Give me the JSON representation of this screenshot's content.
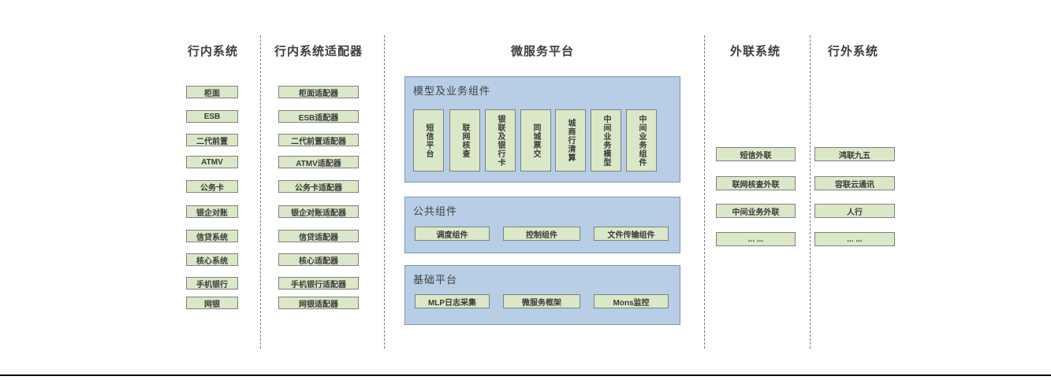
{
  "colors": {
    "green_fill": "#dbe8c8",
    "green_border": "#7f7f7f",
    "blue_fill": "#b7cee6",
    "blue_border": "#7d94ad",
    "text": "#3a3a3a",
    "bottom_line": "#000000"
  },
  "columns": [
    {
      "title": "行内系统",
      "items": [
        "柜面",
        "ESB",
        "二代前置",
        "ATMV",
        "公务卡",
        "银企对账",
        "信贷系统",
        "核心系统",
        "手机银行",
        "网银"
      ]
    },
    {
      "title": "行内系统适配器",
      "items": [
        "柜面适配器",
        "ESB适配器",
        "二代前置适配器",
        "ATMV适配器",
        "公务卡适配器",
        "银企对账适配器",
        "信贷适配器",
        "核心适配器",
        "手机银行适配器",
        "网银适配器"
      ]
    },
    {
      "title": "微服务平台",
      "panels": [
        {
          "label": "模型及业务组件",
          "orientation": "vertical",
          "items": [
            "短信平台",
            "联网核查",
            "银联及银行卡",
            "同城票交",
            "城商行清算",
            "中间业务模型",
            "中间业务组件"
          ]
        },
        {
          "label": "公共组件",
          "orientation": "horizontal",
          "items": [
            "调度组件",
            "控制组件",
            "文件传输组件"
          ]
        },
        {
          "label": "基础平台",
          "orientation": "horizontal",
          "items": [
            "MLP日志采集",
            "微服务框架",
            "Mons监控"
          ]
        }
      ]
    },
    {
      "title": "外联系统",
      "items": [
        "短信外联",
        "联网核查外联",
        "中间业务外联",
        "... ..."
      ]
    },
    {
      "title": "行外系统",
      "items": [
        "鸿联九五",
        "容联云通讯",
        "人行",
        "... ..."
      ]
    }
  ]
}
